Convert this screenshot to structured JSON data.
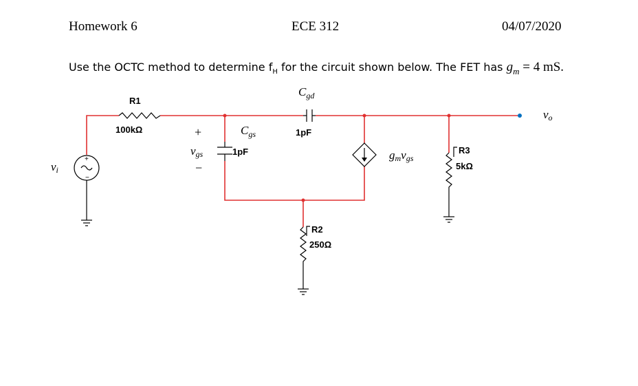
{
  "header": {
    "course_hw": "Homework 6",
    "course_code": "ECE 312",
    "date": "04/07/2020"
  },
  "problem": {
    "text_before": "Use the OCTC method to determine f",
    "text_sub": "H",
    "text_after": " for the circuit shown below. The FET has ",
    "gm_symbol": "gm",
    "gm_value": " = 4 mS."
  },
  "circuit": {
    "r1": {
      "name": "R1",
      "value": "100kΩ"
    },
    "r2": {
      "name": "R2",
      "value": "250Ω"
    },
    "r3": {
      "name": "R3",
      "value": "5kΩ"
    },
    "cgd": {
      "name": "Cgd",
      "value": "1pF"
    },
    "cgs": {
      "name": "Cgs",
      "value": "1pF"
    },
    "vgs": {
      "label": "vgs",
      "plus": "+",
      "minus": "−"
    },
    "dep_source": {
      "label": "gmvgs"
    },
    "vin": {
      "label": "vi",
      "plus": "+",
      "minus": "−"
    },
    "vout": {
      "label": "vo"
    }
  },
  "colors": {
    "wire": "#e03030",
    "component": "#000000"
  }
}
